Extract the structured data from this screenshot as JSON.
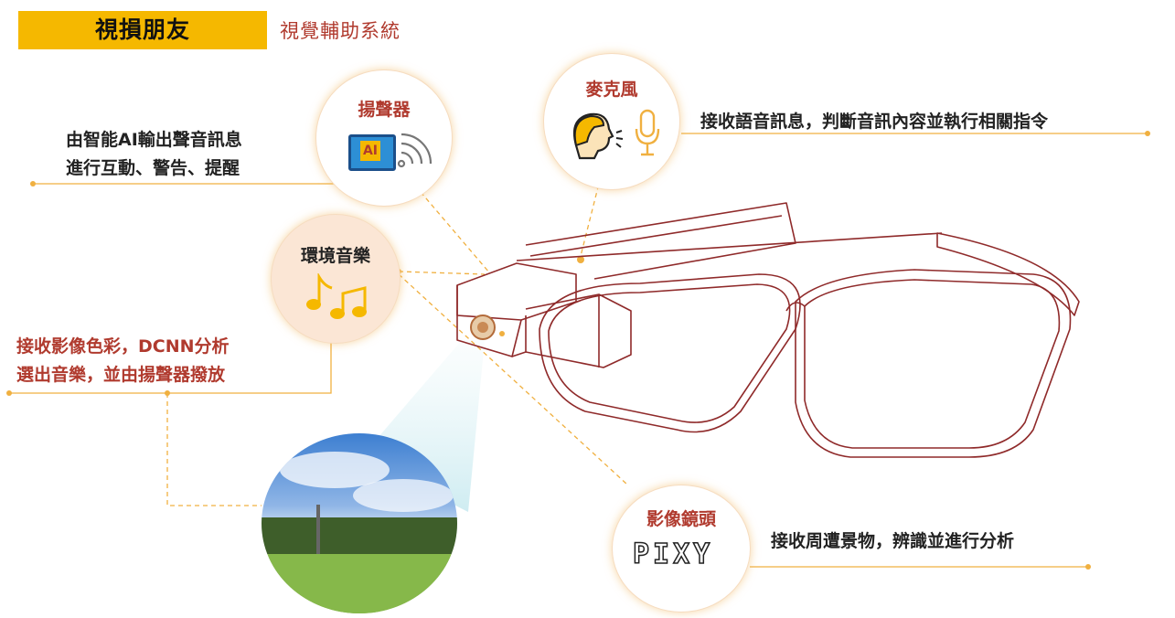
{
  "header": {
    "title": "視損朋友",
    "subtitle": "視覺輔助系統"
  },
  "components": {
    "speaker": {
      "label": "揚聲器",
      "icon_text": "AI",
      "description": [
        "由智能AI輸出聲音訊息",
        "進行互動、警告、提醒"
      ]
    },
    "microphone": {
      "label": "麥克風",
      "description": "接收語音訊息，判斷音訊內容並執行相關指令"
    },
    "music": {
      "label": "環境音樂",
      "icon": "music-notes-icon",
      "description": [
        "接收影像色彩，DCNN分析",
        "選出音樂，並由揚聲器撥放"
      ]
    },
    "camera": {
      "label": "影像鏡頭",
      "logo_text": "PIXY",
      "description": "接收周遭景物，辨識並進行分析"
    }
  },
  "colors": {
    "accent": "#f5b800",
    "brand_red": "#b03a2e",
    "line": "#f0b040",
    "glasses": "#8f2a2a"
  }
}
